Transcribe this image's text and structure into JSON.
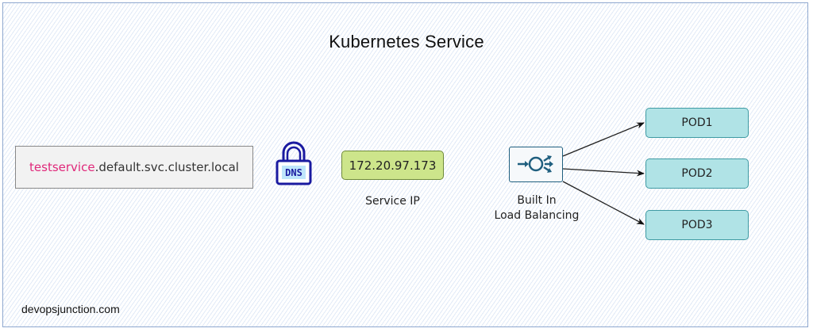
{
  "title": "Kubernetes Service",
  "dns_name": {
    "highlight": "testservice",
    "rest": ".default.svc.cluster.local",
    "highlight_color": "#e0287a"
  },
  "dns_icon": {
    "name": "dns-lock-icon",
    "label": "DNS",
    "color": "#1a1aa0"
  },
  "service_ip": {
    "value": "172.20.97.173",
    "label": "Service IP",
    "fill": "#cde58b"
  },
  "load_balancer": {
    "icon": "load-balancer-icon",
    "label_line1": "Built In",
    "label_line2": "Load Balancing",
    "color": "#1f5f7f"
  },
  "pods": [
    {
      "label": "POD1"
    },
    {
      "label": "POD2"
    },
    {
      "label": "POD3"
    }
  ],
  "pod_fill": "#b0e3e6",
  "footer": "devopsjunction.com"
}
